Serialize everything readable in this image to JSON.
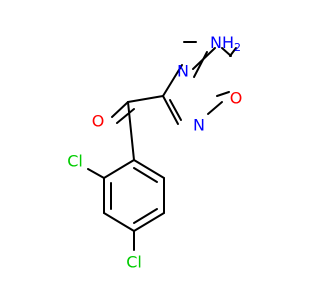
{
  "molecule": {
    "atoms": {
      "nh2": {
        "text": "NH2",
        "color": "#0000ff"
      },
      "n_ring_top": {
        "text": "N",
        "color": "#0000ff"
      },
      "o_ring": {
        "text": "O",
        "color": "#ff0000"
      },
      "n_ring_bottom": {
        "text": "N",
        "color": "#0000ff"
      },
      "o_carbonyl": {
        "text": "O",
        "color": "#ff0000"
      },
      "cl_ortho": {
        "text": "Cl",
        "color": "#00cc00"
      },
      "cl_para": {
        "text": "Cl",
        "color": "#00cc00"
      }
    }
  }
}
